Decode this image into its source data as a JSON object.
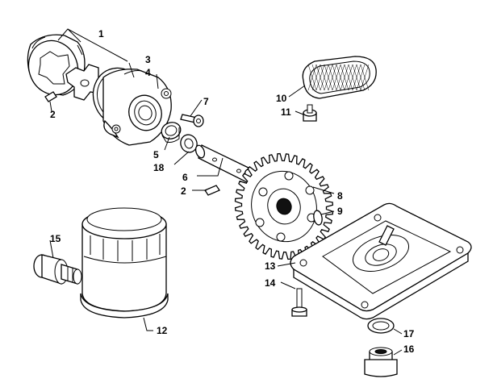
{
  "diagram": {
    "callouts": [
      {
        "id": "1",
        "label": "1"
      },
      {
        "id": "2a",
        "label": "2"
      },
      {
        "id": "2b",
        "label": "2"
      },
      {
        "id": "3",
        "label": "3"
      },
      {
        "id": "4",
        "label": "4"
      },
      {
        "id": "5",
        "label": "5"
      },
      {
        "id": "6",
        "label": "6"
      },
      {
        "id": "7",
        "label": "7"
      },
      {
        "id": "8",
        "label": "8"
      },
      {
        "id": "9",
        "label": "9"
      },
      {
        "id": "10",
        "label": "10"
      },
      {
        "id": "11",
        "label": "11"
      },
      {
        "id": "12",
        "label": "12"
      },
      {
        "id": "13",
        "label": "13"
      },
      {
        "id": "14",
        "label": "14"
      },
      {
        "id": "15",
        "label": "15"
      },
      {
        "id": "16",
        "label": "16"
      },
      {
        "id": "17",
        "label": "17"
      },
      {
        "id": "18",
        "label": "18"
      }
    ]
  }
}
